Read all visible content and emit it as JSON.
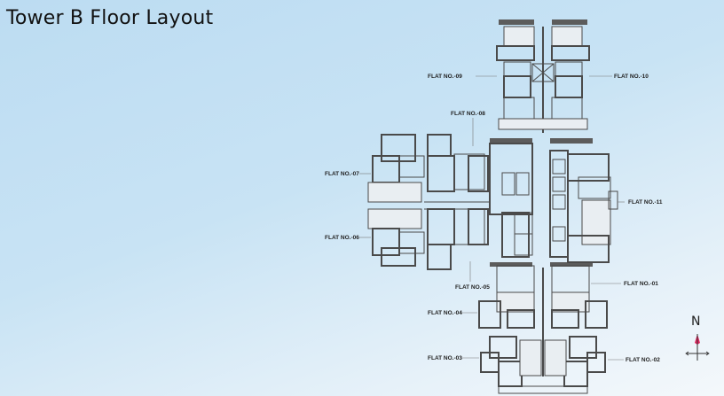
{
  "title": "Tower B Floor Layout",
  "flats": [
    {
      "id": "09",
      "label": "FLAT NO.-09"
    },
    {
      "id": "10",
      "label": "FLAT NO.-10"
    },
    {
      "id": "08",
      "label": "FLAT NO.-08"
    },
    {
      "id": "07",
      "label": "FLAT NO.-07"
    },
    {
      "id": "11",
      "label": "FLAT NO.-11"
    },
    {
      "id": "06",
      "label": "FLAT NO.-06"
    },
    {
      "id": "05",
      "label": "FLAT NO.-05"
    },
    {
      "id": "01",
      "label": "FLAT NO.-01"
    },
    {
      "id": "04",
      "label": "FLAT NO.-04"
    },
    {
      "id": "03",
      "label": "FLAT NO.-03"
    },
    {
      "id": "02",
      "label": "FLAT NO.-02"
    }
  ],
  "compass": {
    "label": "N",
    "arrow_color": "#e0245e"
  },
  "colors": {
    "wall": "#4a4a4a",
    "balcony": "#5c5c5c",
    "line": "#777777"
  }
}
